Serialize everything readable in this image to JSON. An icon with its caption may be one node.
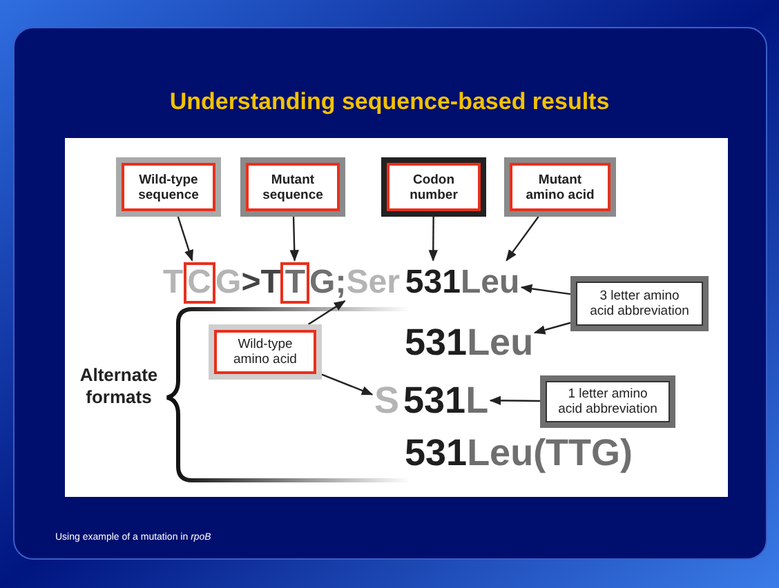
{
  "diagram": {
    "title": "Understanding sequence-based results",
    "caption": "Using example of a mutation in *rpoB*",
    "nodes": [
      {
        "text": [
          "Wild-type sequence"
        ]
      },
      {
        "text": [
          "Mutant sequence"
        ]
      },
      {
        "text": [
          "Codon number"
        ]
      },
      {
        "text": [
          "Mutant amino acid"
        ]
      },
      {
        "text": [
          "C"
        ]
      },
      {
        "text": [
          "T"
        ]
      },
      {
        "text": [
          "Ser"
        ]
      },
      {
        "text": [
          "531"
        ]
      },
      {
        "text": [
          "Leu"
        ]
      },
      {
        "text": [
          "3 letter amino acid abbreviation"
        ]
      },
      {
        "text": [
          "Wild-type amino acid"
        ]
      },
      {
        "text": [
          "Leu"
        ]
      },
      {
        "text": [
          "S"
        ]
      },
      {
        "text": [
          "L"
        ]
      },
      {
        "text": [
          "1 letter amino acid abbreviation"
        ]
      }
    ],
    "edges": [
      {
        "from": 0,
        "to": 4,
        "arrow": "to"
      },
      {
        "from": 1,
        "to": 5,
        "arrow": "to"
      },
      {
        "from": 2,
        "to": 7,
        "arrow": "to"
      },
      {
        "from": 3,
        "to": 8,
        "arrow": "to"
      },
      {
        "from": 9,
        "to": 8,
        "arrow": "to"
      },
      {
        "from": 9,
        "to": 11,
        "arrow": "to"
      },
      {
        "from": 10,
        "to": 6,
        "arrow": "to"
      },
      {
        "from": 10,
        "to": 12,
        "arrow": "to"
      },
      {
        "from": 14,
        "to": 13,
        "arrow": "to"
      }
    ],
    "labels": [
      "T",
      "G",
      ">T",
      "G;",
      "531",
      "531",
      "531",
      "Leu(TTG)",
      "Alternate formats"
    ]
  }
}
